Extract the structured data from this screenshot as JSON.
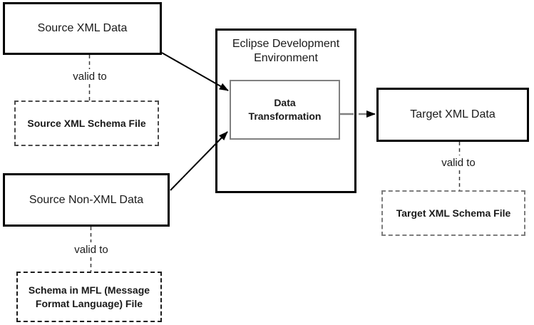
{
  "diagram": {
    "nodes": {
      "source_xml": {
        "label": "Source XML Data"
      },
      "source_xml_schema": {
        "label": "Source XML Schema File"
      },
      "source_nonxml": {
        "label": "Source Non-XML Data"
      },
      "mfl_schema": {
        "label": "Schema in MFL (Message\nFormat Language) File"
      },
      "eclipse": {
        "label": "Eclipse Development\nEnvironment"
      },
      "transformation": {
        "label": "Data\nTransformation"
      },
      "target_xml": {
        "label": "Target XML Data"
      },
      "target_xml_schema": {
        "label": "Target XML Schema File"
      }
    },
    "connectors": [
      {
        "from": "source_xml",
        "to": "source_xml_schema",
        "label": "valid to"
      },
      {
        "from": "source_nonxml",
        "to": "mfl_schema",
        "label": "valid to"
      },
      {
        "from": "target_xml",
        "to": "target_xml_schema",
        "label": "valid to"
      }
    ],
    "arrows": [
      {
        "from": "source_xml",
        "to": "transformation"
      },
      {
        "from": "source_nonxml",
        "to": "transformation"
      },
      {
        "from": "transformation",
        "to": "target_xml"
      }
    ],
    "colors": {
      "background": "#ffffff",
      "solid_border": "#000000",
      "inner_border": "#808080",
      "dashed_border": "#4b4b4b",
      "dashed_border_mfl": "#1d1d1d",
      "dashed_border_target": "#7d7d7d",
      "arrow": "#000000",
      "transform_output_line": "#808080",
      "text": "#1a1a1a"
    }
  }
}
